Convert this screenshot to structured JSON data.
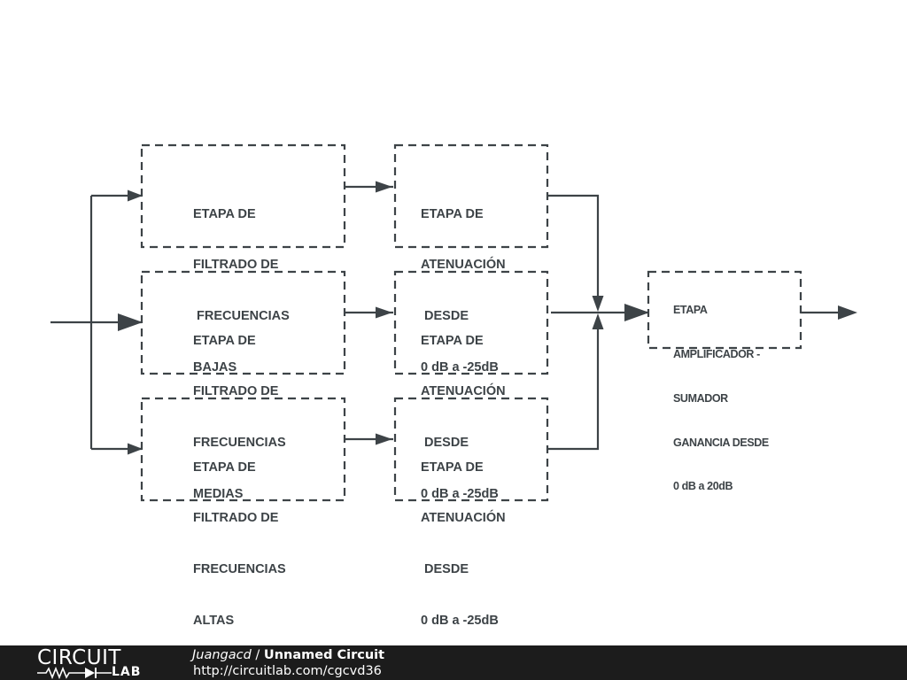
{
  "diagram": {
    "stroke_color": "#3d4347",
    "filters": [
      {
        "lines": [
          "ETAPA DE",
          "FILTRADO DE",
          " FRECUENCIAS",
          "BAJAS"
        ]
      },
      {
        "lines": [
          "ETAPA DE",
          "FILTRADO DE",
          "FRECUENCIAS",
          "MEDIAS"
        ]
      },
      {
        "lines": [
          "ETAPA DE",
          "FILTRADO DE",
          "FRECUENCIAS",
          "ALTAS"
        ]
      }
    ],
    "attenuators": [
      {
        "lines": [
          "ETAPA DE",
          "ATENUACIÓN",
          " DESDE",
          "0 dB a -25dB"
        ]
      },
      {
        "lines": [
          "ETAPA DE",
          "ATENUACIÓN",
          " DESDE",
          "0 dB a -25dB"
        ]
      },
      {
        "lines": [
          "ETAPA DE",
          "ATENUACIÓN",
          " DESDE",
          "0 dB a -25dB"
        ]
      }
    ],
    "amplifier": {
      "lines": [
        "ETAPA",
        "AMPLIFICADOR -",
        "SUMADOR",
        "GANANCIA DESDE",
        "0 dB a 20dB"
      ]
    }
  },
  "footer": {
    "logo_top": "CIRCUIT",
    "logo_bottom": "LAB",
    "author": "Juangacd",
    "separator": " / ",
    "title": "Unnamed Circuit",
    "url": "http://circuitlab.com/cgcvd36"
  }
}
